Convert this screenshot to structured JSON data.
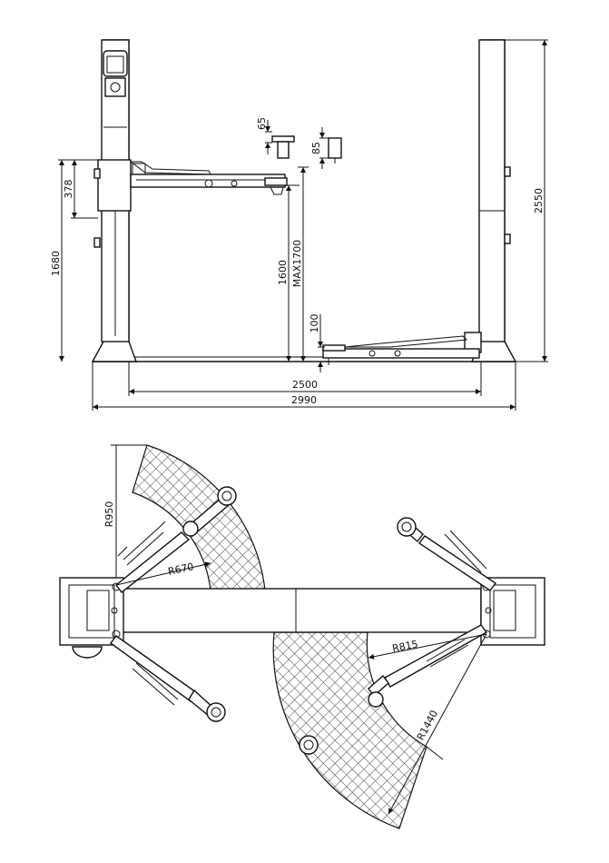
{
  "dimensions": {
    "pad_height": "65",
    "adapter_height": "85",
    "arm_offset": "378",
    "column_carriage": "1680",
    "lift_height": "1600",
    "max_height": "MAX1700",
    "min_height": "100",
    "overall_height": "2550",
    "inner_width": "2500",
    "overall_width": "2990",
    "radius_r950": "R950",
    "radius_r670": "R670",
    "radius_r815": "R815",
    "radius_r1440": "R1440"
  },
  "colors": {
    "line": "#111111",
    "background": "#ffffff"
  }
}
